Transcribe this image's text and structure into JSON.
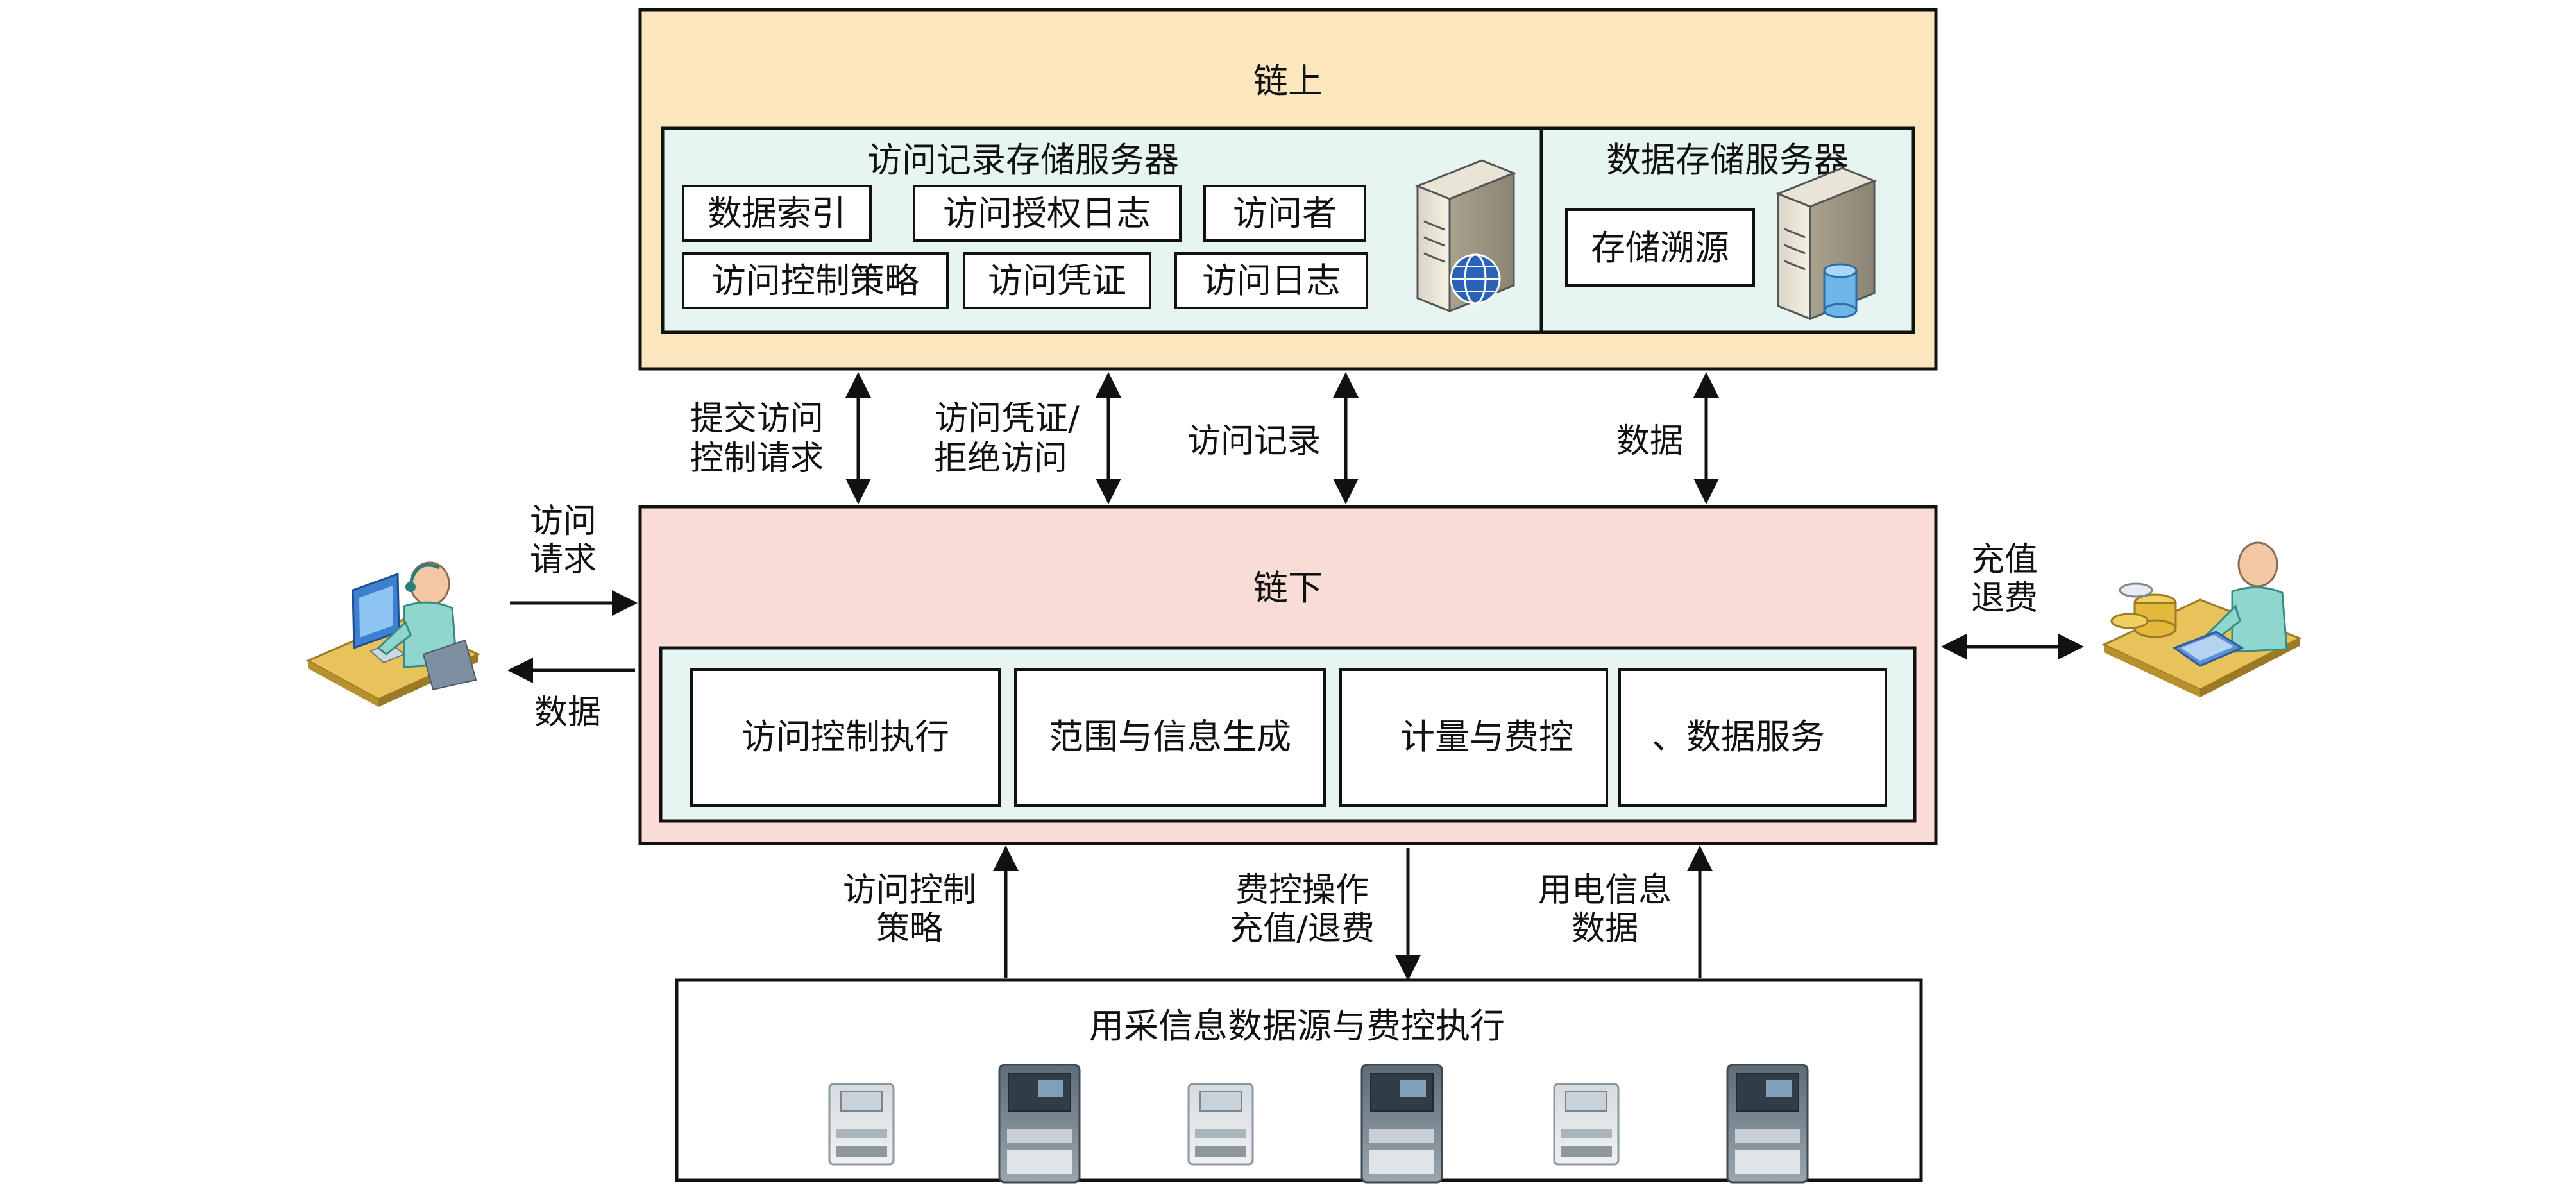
{
  "on_chain": {
    "title": "链上",
    "access_record_server": {
      "title": "访问记录存储服务器",
      "items": [
        "数据索引",
        "访问授权日志",
        "访问者",
        "访问控制策略",
        "访问凭证",
        "访问日志"
      ]
    },
    "data_storage_server": {
      "title": "数据存储服务器",
      "items": [
        "存储溯源"
      ]
    }
  },
  "off_chain": {
    "title": "链下",
    "modules": [
      "访问控制执行",
      "范围与信息生成",
      "计量与费控",
      "、数据服务"
    ]
  },
  "data_source": {
    "title": "用采信息数据源与费控执行"
  },
  "links": {
    "submit_request": [
      "提交访问",
      "控制请求"
    ],
    "credential_reject": [
      "访问凭证/",
      "拒绝访问"
    ],
    "access_record": [
      "访问记录"
    ],
    "data_up": [
      "数据"
    ],
    "user_request": [
      "访问",
      "请求"
    ],
    "user_data": [
      "数据"
    ],
    "recharge_refund": [
      "充值",
      "退费"
    ],
    "access_policy": [
      "访问控制",
      "策略"
    ],
    "fee_control_op": [
      "费控操作",
      "充值/退费"
    ],
    "power_info": [
      "用电信息",
      "数据"
    ]
  },
  "icons": [
    "web-server-icon",
    "database-server-icon",
    "user-workstation-icon",
    "cashier-icon",
    "smart-meter-icon",
    "electric-meter-icon"
  ]
}
